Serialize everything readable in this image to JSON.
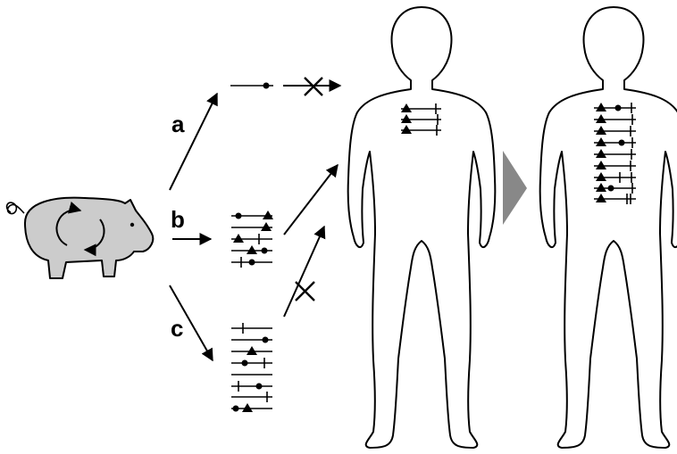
{
  "labels": {
    "a": "a",
    "b": "b",
    "c": "c"
  },
  "colors": {
    "pig_fill": "#cccccc",
    "chevron_fill": "#888888",
    "ink": "#000000"
  },
  "icons": [
    "pig-icon",
    "cycle-arrows-icon",
    "blocked-cross-icon",
    "chevron-right-icon",
    "human-silhouette-icon",
    "triangle-marker",
    "dot-marker",
    "tick-marker"
  ]
}
